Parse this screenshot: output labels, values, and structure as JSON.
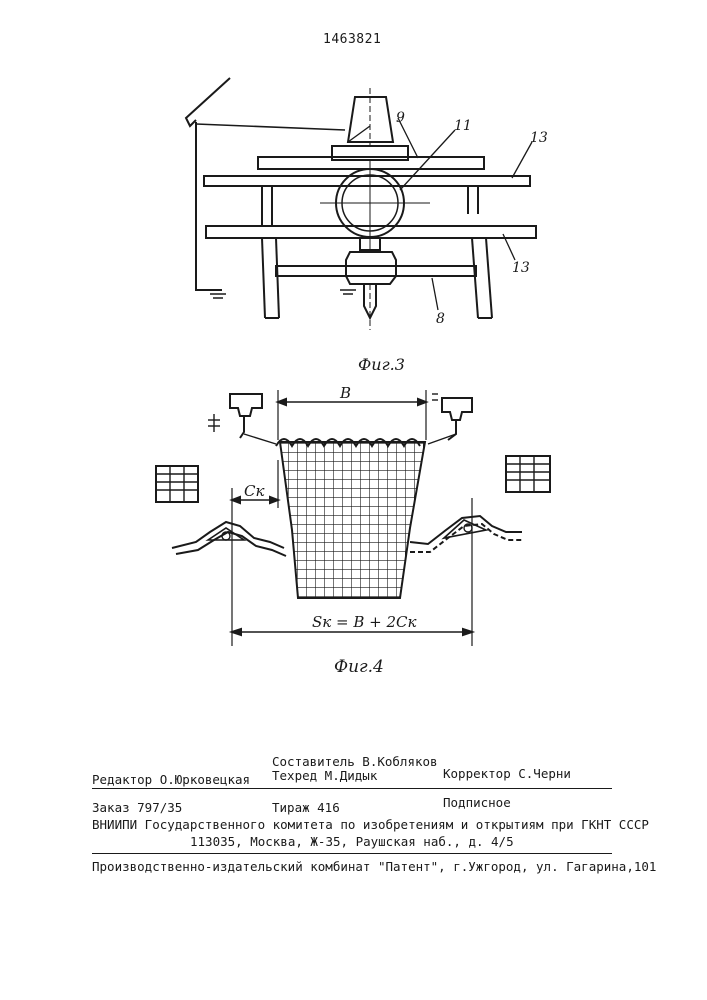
{
  "header": {
    "patent_number": "1463821"
  },
  "figure3": {
    "caption": "Фиг.3",
    "labels": {
      "l9": "9",
      "l11": "11",
      "l13a": "13",
      "l13b": "13",
      "l8": "8"
    }
  },
  "figure4": {
    "caption": "Фиг.4",
    "labels": {
      "width_B": "B",
      "offset_Ck": "Cк",
      "total": "Sк = B + 2Cк"
    }
  },
  "imprint": {
    "compiler": "Составитель В.Кобляков",
    "editor": "Редактор О.Юрковецкая",
    "techred": "Техред М.Дидык",
    "corrector": "Корректор С.Черни",
    "order": "Заказ 797/35",
    "circulation": "Тираж 416",
    "subscription": "Подписное",
    "institute": "ВНИИПИ Государственного комитета по изобретениям и открытиям при ГКНТ СССР",
    "address": "113035, Москва, Ж-35, Раушская наб., д. 4/5",
    "publisher": "Производственно-издательский комбинат \"Патент\", г.Ужгород, ул. Гагарина,101"
  }
}
